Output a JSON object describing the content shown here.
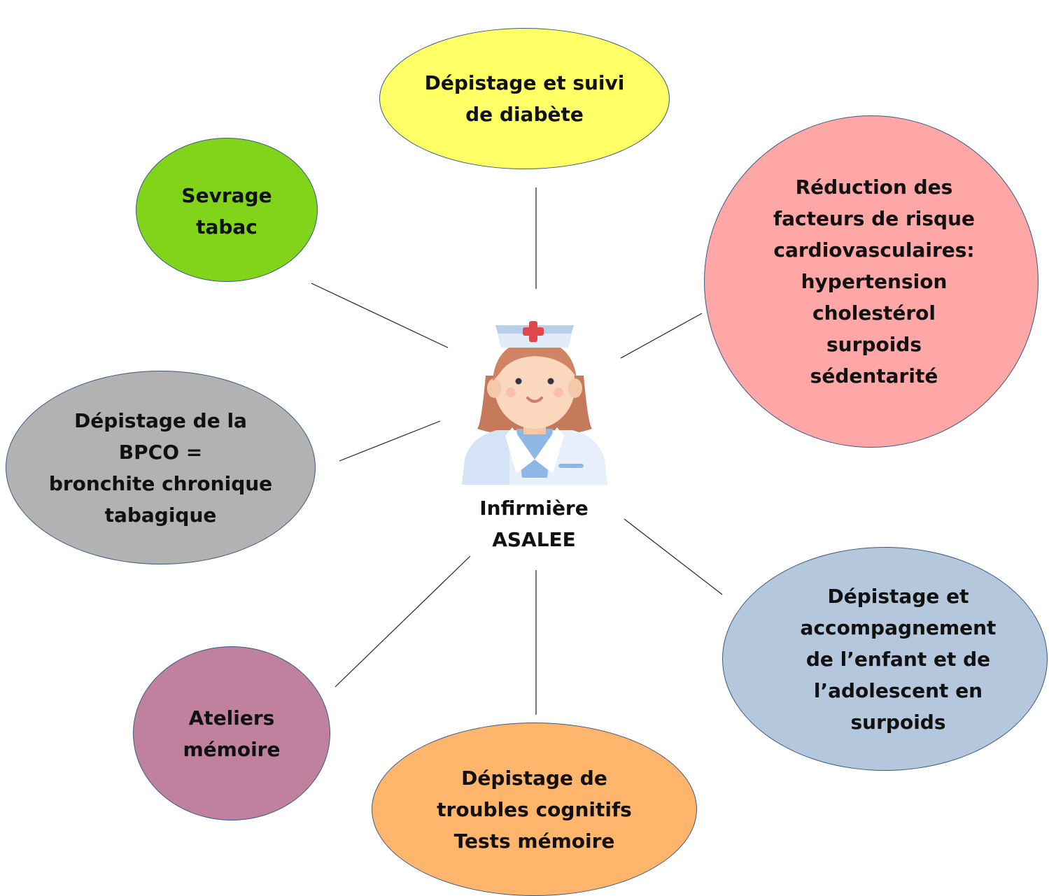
{
  "center": {
    "label": "Infirmière\nASALEE",
    "icon": "nurse-icon"
  },
  "nodes": {
    "diabete": {
      "label": "Dépistage et suivi\nde diabète",
      "color": "#ffff66"
    },
    "tabac": {
      "label": "Sevrage\ntabac",
      "color": "#81d41a"
    },
    "cardio": {
      "label": "Réduction des\nfacteurs de risque\ncardiovasculaires:\nhypertension\ncholestérol\nsurpoids\nsédentarité",
      "color": "#ffa6a6"
    },
    "bpco": {
      "label": "Dépistage de la\nBPCO =\nbronchite chronique\ntabagique",
      "color": "#b2b2b2"
    },
    "enfant": {
      "label": "Dépistage et\naccompagnement\nde l’enfant et de\nl’adolescent en\nsurpoids",
      "color": "#b4c7dc"
    },
    "memoire": {
      "label": "Ateliers\nmémoire",
      "color": "#bf819e"
    },
    "cognitif": {
      "label": "Dépistage de\ntroubles cognitifs\nTests mémoire",
      "color": "#ffb66c"
    }
  }
}
